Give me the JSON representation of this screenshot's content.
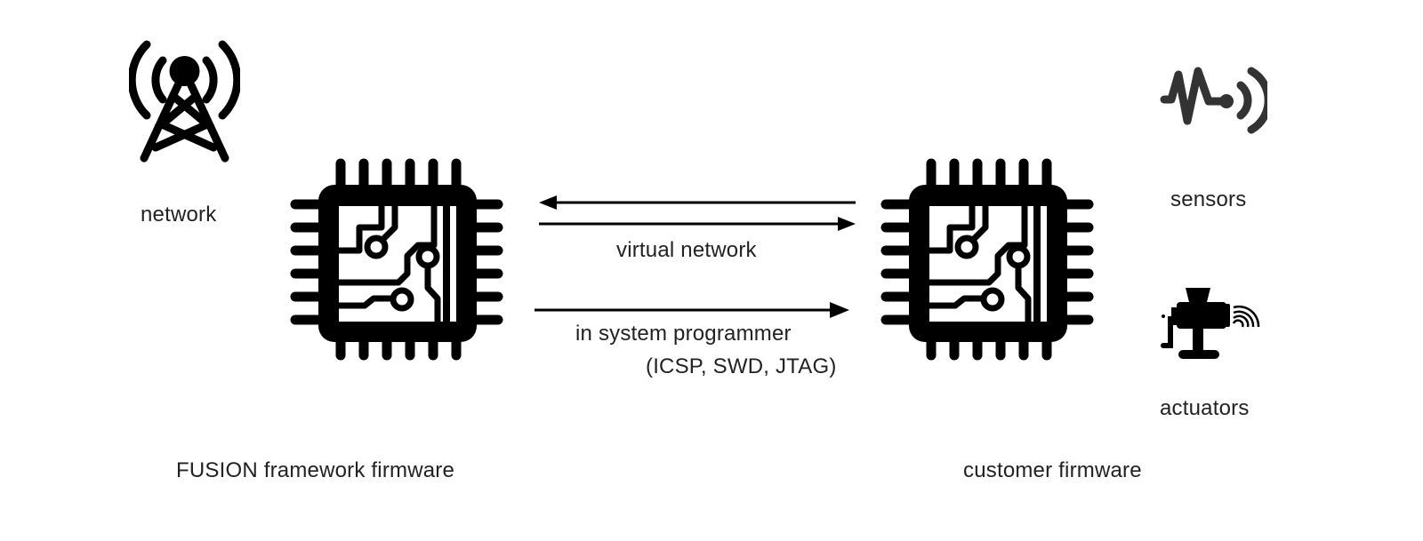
{
  "diagram": {
    "nodes": {
      "network": {
        "label": "network",
        "icon": "radio-tower-icon"
      },
      "sensors": {
        "label": "sensors",
        "icon": "sensor-wave-icon"
      },
      "actuators": {
        "label": "actuators",
        "icon": "meat-grinder-icon"
      },
      "fusion_chip": {
        "label": "FUSION framework firmware",
        "icon": "microchip-icon"
      },
      "customer_chip": {
        "label": "customer firmware",
        "icon": "microchip-icon"
      }
    },
    "links": [
      {
        "from": "customer_chip",
        "to": "fusion_chip",
        "label": ""
      },
      {
        "from": "fusion_chip",
        "to": "customer_chip",
        "label": "virtual network"
      },
      {
        "from": "fusion_chip",
        "to": "customer_chip",
        "label": "in system programmer",
        "sublabel": "(ICSP, SWD, JTAG)"
      }
    ]
  },
  "colors": {
    "foreground": "#000000",
    "sensor_icon": "#333333",
    "background": "#ffffff"
  }
}
